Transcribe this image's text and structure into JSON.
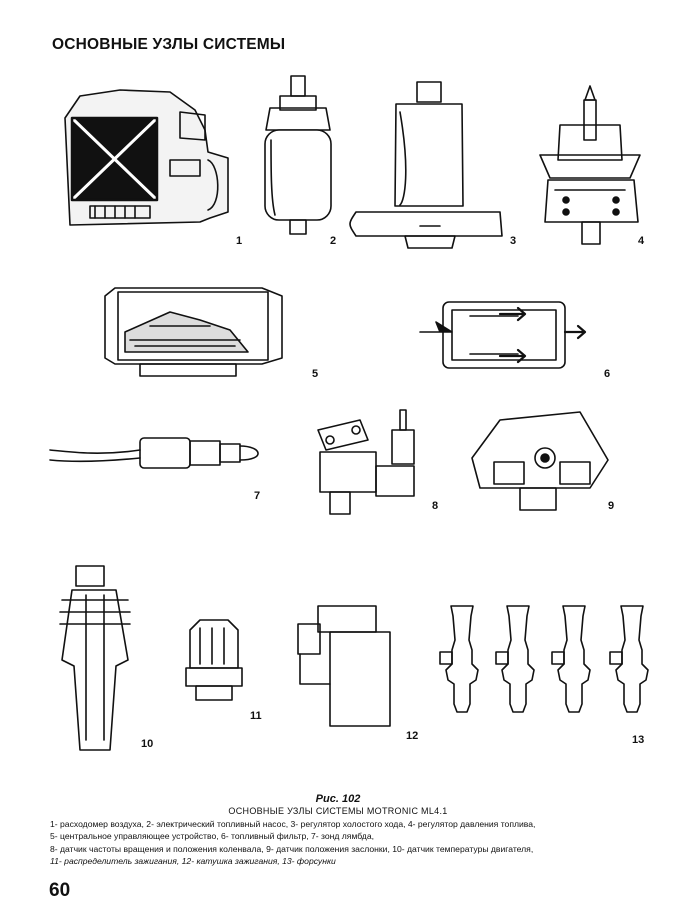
{
  "page": {
    "title": "ОСНОВНЫЕ УЗЛЫ СИСТЕМЫ",
    "page_number": "60"
  },
  "figure": {
    "label": "Рис. 102",
    "caption": "ОСНОВНЫЕ УЗЛЫ СИСТЕМЫ MOTRONIC ML4.1",
    "parts": [
      {
        "num": "1"
      },
      {
        "num": "2"
      },
      {
        "num": "3"
      },
      {
        "num": "4"
      },
      {
        "num": "5"
      },
      {
        "num": "6"
      },
      {
        "num": "7"
      },
      {
        "num": "8"
      },
      {
        "num": "9"
      },
      {
        "num": "10"
      },
      {
        "num": "11"
      },
      {
        "num": "12"
      },
      {
        "num": "13"
      }
    ],
    "legend_lines": [
      "1- расходомер воздуха, 2- электрический топливный насос, 3- регулятор холостого хода, 4- регулятор давления топлива,",
      "5- центральное управляющее устройство, 6- топливный фильтр, 7- зонд лямбда,",
      "8- датчик частоты вращения и положения коленвала, 9- датчик положения заслонки, 10- датчик температуры двигателя,",
      "11- распределитель зажигания, 12- катушка зажигания, 13- форсунки"
    ]
  }
}
